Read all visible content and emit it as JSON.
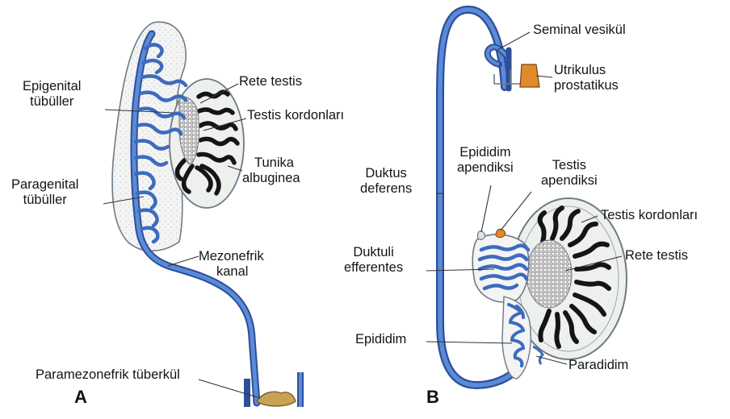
{
  "colors": {
    "duct_blue": "#4a78c8",
    "duct_blue_dark": "#2c4f9a",
    "testis_fill": "#eef0ee",
    "cord_black": "#151515",
    "utriculus_orange": "#e08a2c",
    "tubercle_tan": "#c8a255"
  },
  "panels": {
    "a": "A",
    "b": "B"
  },
  "labels_a": {
    "epigenital_1": "Epigenital",
    "epigenital_2": "tübüller",
    "rete_testis": "Rete testis",
    "testis_kordonlari": "Testis kordonları",
    "tunika_1": "Tunika",
    "tunika_2": "albuginea",
    "paragenital_1": "Paragenital",
    "paragenital_2": "tübüller",
    "mezonefrik_1": "Mezonefrik",
    "mezonefrik_2": "kanal",
    "paramezonefrik": "Paramezonefrik tüberkül"
  },
  "labels_b": {
    "seminal_vesikul": "Seminal vesikül",
    "utrikulus_1": "Utrikulus",
    "utrikulus_2": "prostatikus",
    "epididim_apendiksi_1": "Epididim",
    "epididim_apendiksi_2": "apendiksi",
    "duktus_1": "Duktus",
    "duktus_2": "deferens",
    "testis_apendiksi_1": "Testis",
    "testis_apendiksi_2": "apendiksi",
    "testis_kordonlari": "Testis kordonları",
    "duktuli_1": "Duktuli",
    "duktuli_2": "efferentes",
    "rete_testis": "Rete testis",
    "epididim": "Epididim",
    "paradidim": "Paradidim"
  }
}
